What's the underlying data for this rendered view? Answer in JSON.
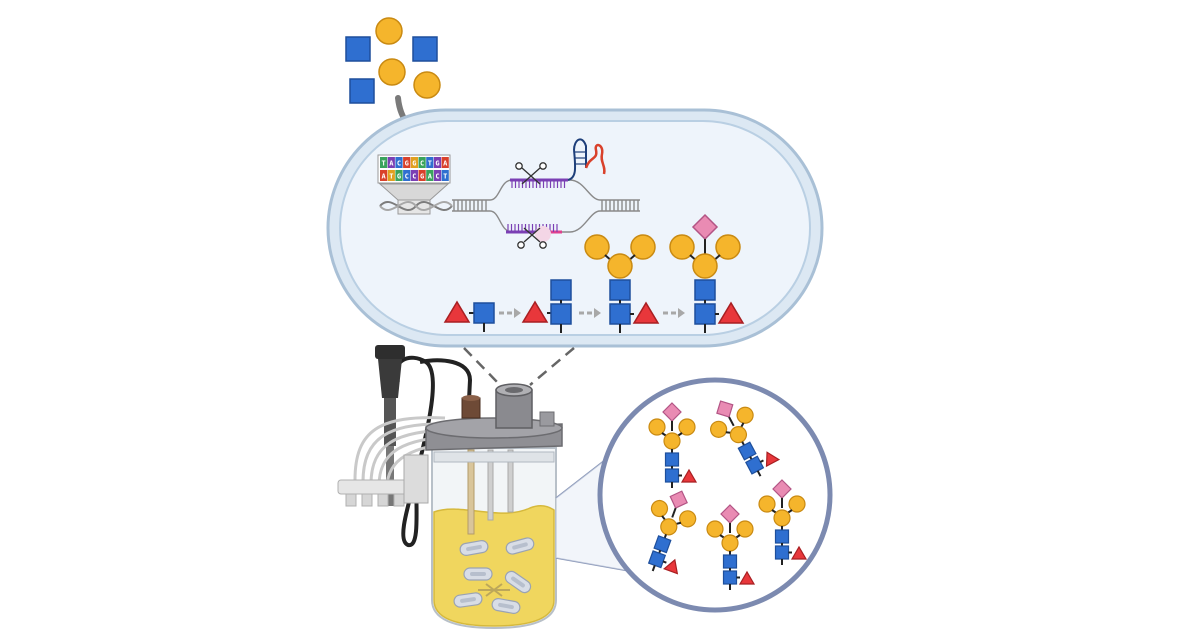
{
  "figure": {
    "colors": {
      "glcnac_square": "#2f6fd0",
      "galactose_circle": "#f5b52c",
      "fucose_triangle": "#e8373b",
      "sialic_diamond": "#e98bb3",
      "cell_membrane": "#b9cfe3",
      "cell_interior": "#eef4fb",
      "culture_medium": "#f0d65e",
      "dna_purple": "#7b3fb4",
      "dna_grey": "#8a8a8a",
      "guide_rna_red": "#d9412b"
    },
    "dna_panel": {
      "row1": [
        "T",
        "A",
        "C",
        "G",
        "G",
        "C",
        "T",
        "G",
        "A"
      ],
      "row2": [
        "A",
        "T",
        "G",
        "C",
        "C",
        "G",
        "A",
        "C",
        "T"
      ]
    },
    "pathway_steps": [
      "fucosylated-glcnac",
      "add-glcnac",
      "add-galactose-branch",
      "add-sialic-acid"
    ],
    "bioreactor_cell_labels": [
      "",
      "",
      "",
      "",
      "",
      ""
    ]
  }
}
